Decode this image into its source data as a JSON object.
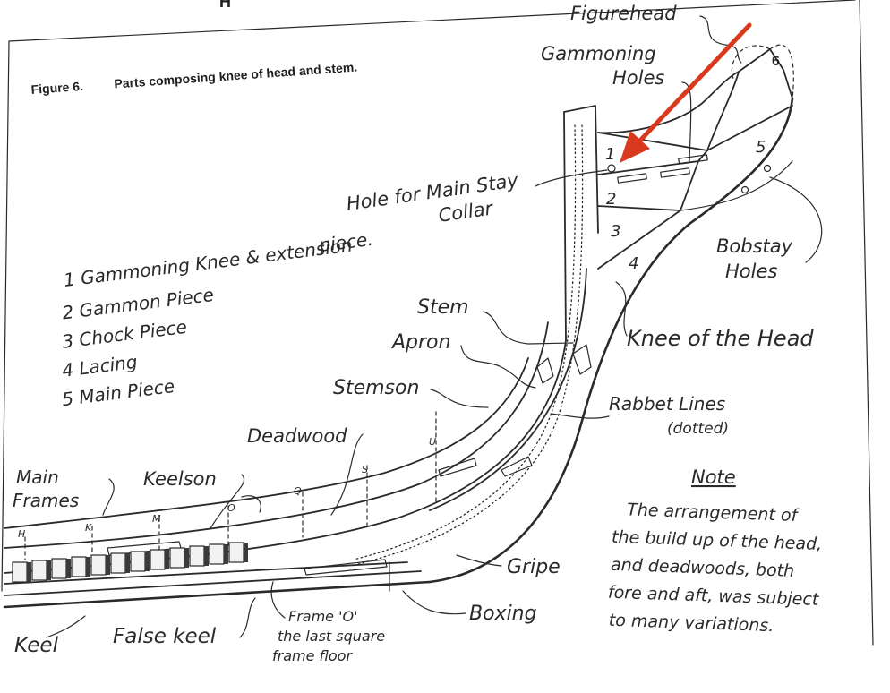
{
  "page": {
    "header_fragment": "H"
  },
  "figure": {
    "caption_number": "Figure 6.",
    "caption_text": "Parts composing knee of head and stem."
  },
  "legend": {
    "items": [
      {
        "num": "1",
        "label": "Gammoning Knee & extension"
      },
      {
        "num": "",
        "label": "piece."
      },
      {
        "num": "2",
        "label": "Gammon Piece"
      },
      {
        "num": "3",
        "label": "Chock Piece"
      },
      {
        "num": "4",
        "label": "Lacing"
      },
      {
        "num": "5",
        "label": "Main Piece"
      }
    ]
  },
  "labels": {
    "figurehead": "Figurehead",
    "gammoning_holes_1": "Gammoning",
    "gammoning_holes_2": "Holes",
    "main_stay_1": "Hole for Main Stay",
    "main_stay_2": "Collar",
    "bobstay_1": "Bobstay",
    "bobstay_2": "Holes",
    "stem": "Stem",
    "apron": "Apron",
    "knee_of_head": "Knee of the Head",
    "stemson": "Stemson",
    "rabbet_1": "Rabbet Lines",
    "rabbet_2": "(dotted)",
    "deadwood": "Deadwood",
    "main_frames_1": "Main",
    "main_frames_2": "Frames",
    "keelson": "Keelson",
    "gripe": "Gripe",
    "boxing": "Boxing",
    "keel": "Keel",
    "false_keel": "False keel",
    "frame_o_1": "Frame 'O'",
    "frame_o_2": "the last square",
    "frame_o_3": "frame floor"
  },
  "piece_numbers": {
    "p1": "1",
    "p2": "2",
    "p3": "3",
    "p4": "4",
    "p5": "5",
    "p6": "6"
  },
  "station_letters": {
    "h": "H",
    "k": "K",
    "m": "M",
    "o": "O",
    "q": "Q",
    "s": "S",
    "u": "U"
  },
  "note": {
    "title": "Note",
    "lines": [
      "The arrangement of",
      "the build up of the head,",
      "and deadwoods, both",
      "fore and aft, was subject",
      "to many variations."
    ]
  },
  "colors": {
    "ink": "#2a2a2a",
    "arrow": "#d93a1e",
    "paper": "#ffffff"
  }
}
